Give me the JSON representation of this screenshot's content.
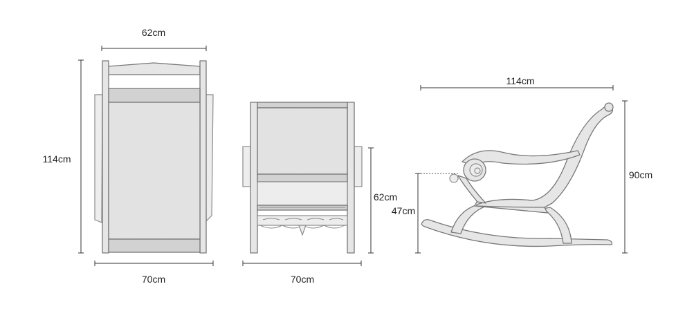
{
  "dimensions": {
    "top_view": {
      "width_top": "62cm",
      "depth": "114cm",
      "width_bottom": "70cm"
    },
    "front_view": {
      "seat_height": "62cm",
      "width": "70cm"
    },
    "side_view": {
      "length": "114cm",
      "height": "90cm",
      "armrest_height": "47cm"
    }
  }
}
